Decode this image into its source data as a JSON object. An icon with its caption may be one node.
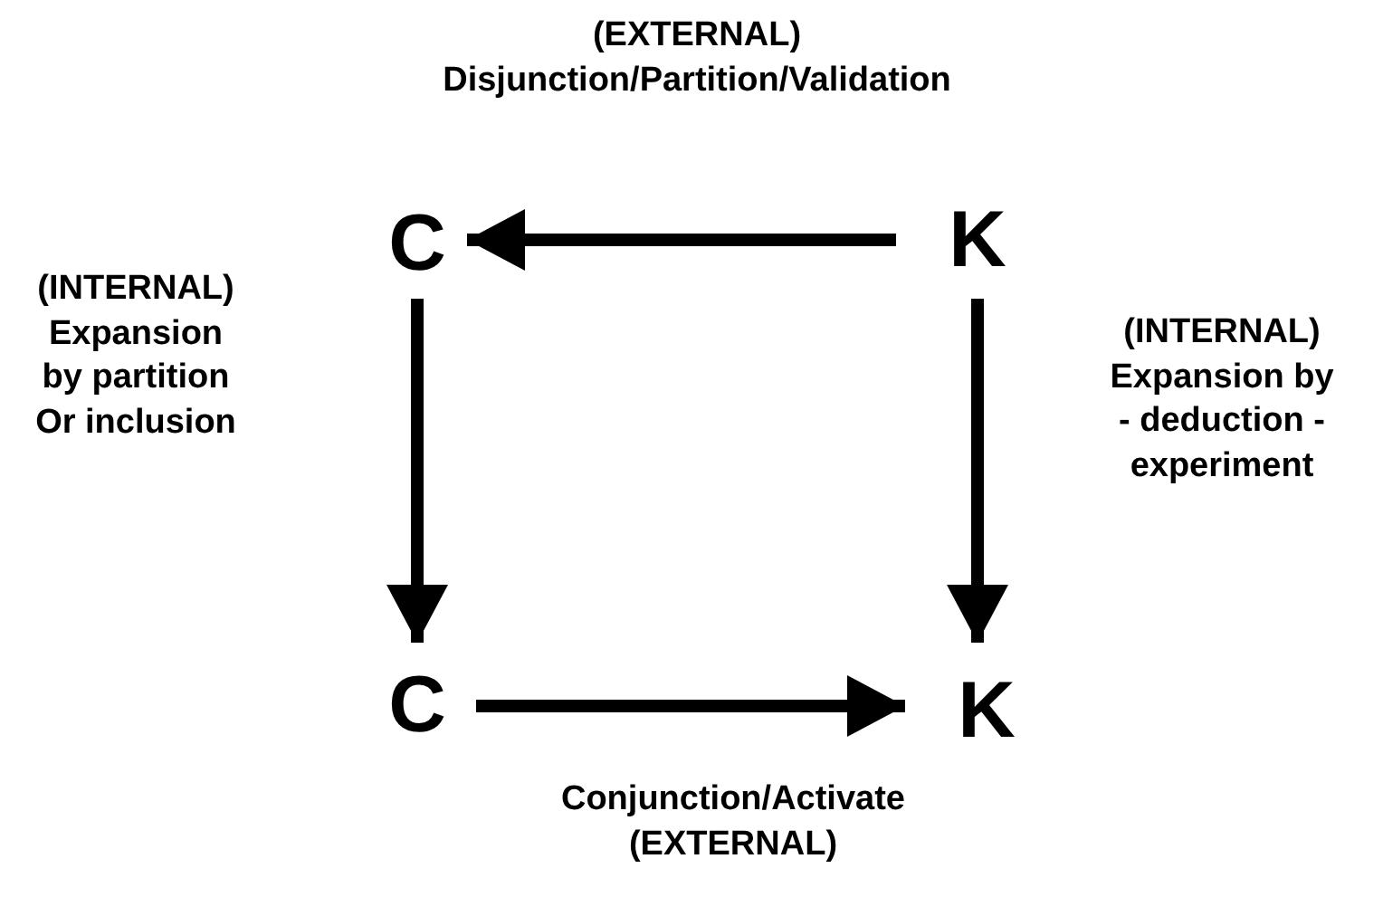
{
  "diagram": {
    "nodes": [
      {
        "text": [
          "C"
        ]
      },
      {
        "text": [
          "K"
        ]
      },
      {
        "text": [
          "C"
        ]
      },
      {
        "text": [
          "K"
        ]
      }
    ],
    "edges": [
      {
        "from": 1,
        "to": 0,
        "arrow": "to"
      },
      {
        "from": 0,
        "to": 2,
        "arrow": "to"
      },
      {
        "from": 1,
        "to": 3,
        "arrow": "to"
      },
      {
        "from": 2,
        "to": 3,
        "arrow": "to"
      }
    ],
    "labels": [
      "(EXTERNAL) Disjunction/Partition/Validation",
      "(INTERNAL) Expansion by partition Or inclusion",
      "(INTERNAL) Expansion by - deduction - experiment",
      "Conjunction/Activate (EXTERNAL)"
    ]
  }
}
